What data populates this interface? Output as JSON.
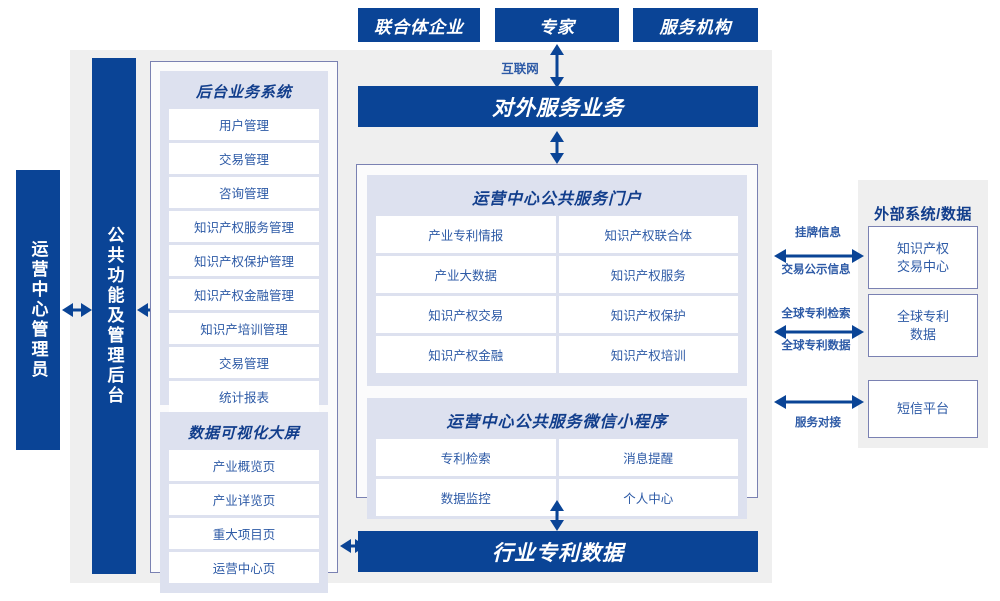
{
  "diagram": {
    "title": "IP Operation Center System Architecture",
    "colors": {
      "primary_blue": "#0a4496",
      "panel_grey": "#efefef",
      "group_lavender": "#dde1ef",
      "border_purple": "#7a81b2",
      "text_blue": "#2d5aa6",
      "title_blue": "#123e8c"
    }
  },
  "top_actors": [
    {
      "label": "联合体企业"
    },
    {
      "label": "专家"
    },
    {
      "label": "服务机构"
    }
  ],
  "internet_label": "互联网",
  "external_service_bar": "对外服务业务",
  "industry_data_bar": "行业专利数据",
  "left_roles": {
    "admin": "运营中心管理员",
    "platform": "公共功能及管理后台"
  },
  "backend_system": {
    "title": "后台业务系统",
    "items": [
      {
        "label": "用户管理"
      },
      {
        "label": "交易管理"
      },
      {
        "label": "咨询管理"
      },
      {
        "label": "知识产权服务管理"
      },
      {
        "label": "知识产权保护管理"
      },
      {
        "label": "知识产权金融管理"
      },
      {
        "label": "知识产培训管理"
      },
      {
        "label": "交易管理"
      },
      {
        "label": "统计报表"
      }
    ]
  },
  "visualization_screen": {
    "title": "数据可视化大屏",
    "items": [
      {
        "label": "产业概览页"
      },
      {
        "label": "产业详览页"
      },
      {
        "label": "重大项目页"
      },
      {
        "label": "运营中心页"
      }
    ]
  },
  "public_portal": {
    "title": "运营中心公共服务门户",
    "items": [
      {
        "label": "产业专利情报"
      },
      {
        "label": "知识产权联合体"
      },
      {
        "label": "产业大数据"
      },
      {
        "label": "知识产权服务"
      },
      {
        "label": "知识产权交易"
      },
      {
        "label": "知识产权保护"
      },
      {
        "label": "知识产权金融"
      },
      {
        "label": "知识产权培训"
      }
    ]
  },
  "miniprogram": {
    "title": "运营中心公共服务微信小程序",
    "items": [
      {
        "label": "专利检索"
      },
      {
        "label": "消息提醒"
      },
      {
        "label": "数据监控"
      },
      {
        "label": "个人中心"
      }
    ]
  },
  "external_systems": {
    "title": "外部系统/数据",
    "items": [
      {
        "label": "知识产权\n交易中心",
        "line1": "知识产权",
        "line2": "交易中心"
      },
      {
        "label": "全球专利\n数据",
        "line1": "全球专利",
        "line2": "数据"
      },
      {
        "label": "短信平台",
        "line1": "短信平台",
        "line2": ""
      }
    ],
    "connectors": [
      {
        "above": "挂牌信息",
        "below": "交易公示信息"
      },
      {
        "above": "全球专利检索",
        "below": "全球专利数据"
      },
      {
        "above": "",
        "below": "服务对接"
      }
    ]
  }
}
